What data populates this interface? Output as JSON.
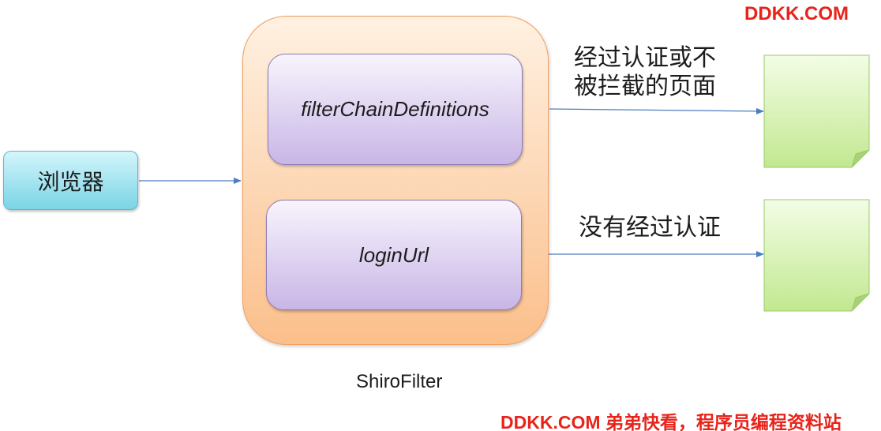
{
  "watermark_top": "DDKK.COM",
  "watermark_bottom": "DDKK.COM 弟弟快看，程序员编程资料站",
  "browser": {
    "label": "浏览器"
  },
  "shiro": {
    "label": "ShiroFilter",
    "filter_chain": "filterChainDefinitions",
    "login_url": "loginUrl"
  },
  "outputs": {
    "authenticated_line1": "经过认证或不",
    "authenticated_line2": "被拦截的页面",
    "unauthenticated": "没有经过认证"
  },
  "colors": {
    "watermark": "#e8231a",
    "browser_fill": "#7ad4e6",
    "container_fill": "#fbbf8b",
    "inner_fill": "#c8b6e6",
    "page_fill": "#c8ec9a",
    "arrow": "#4a7ec0"
  }
}
